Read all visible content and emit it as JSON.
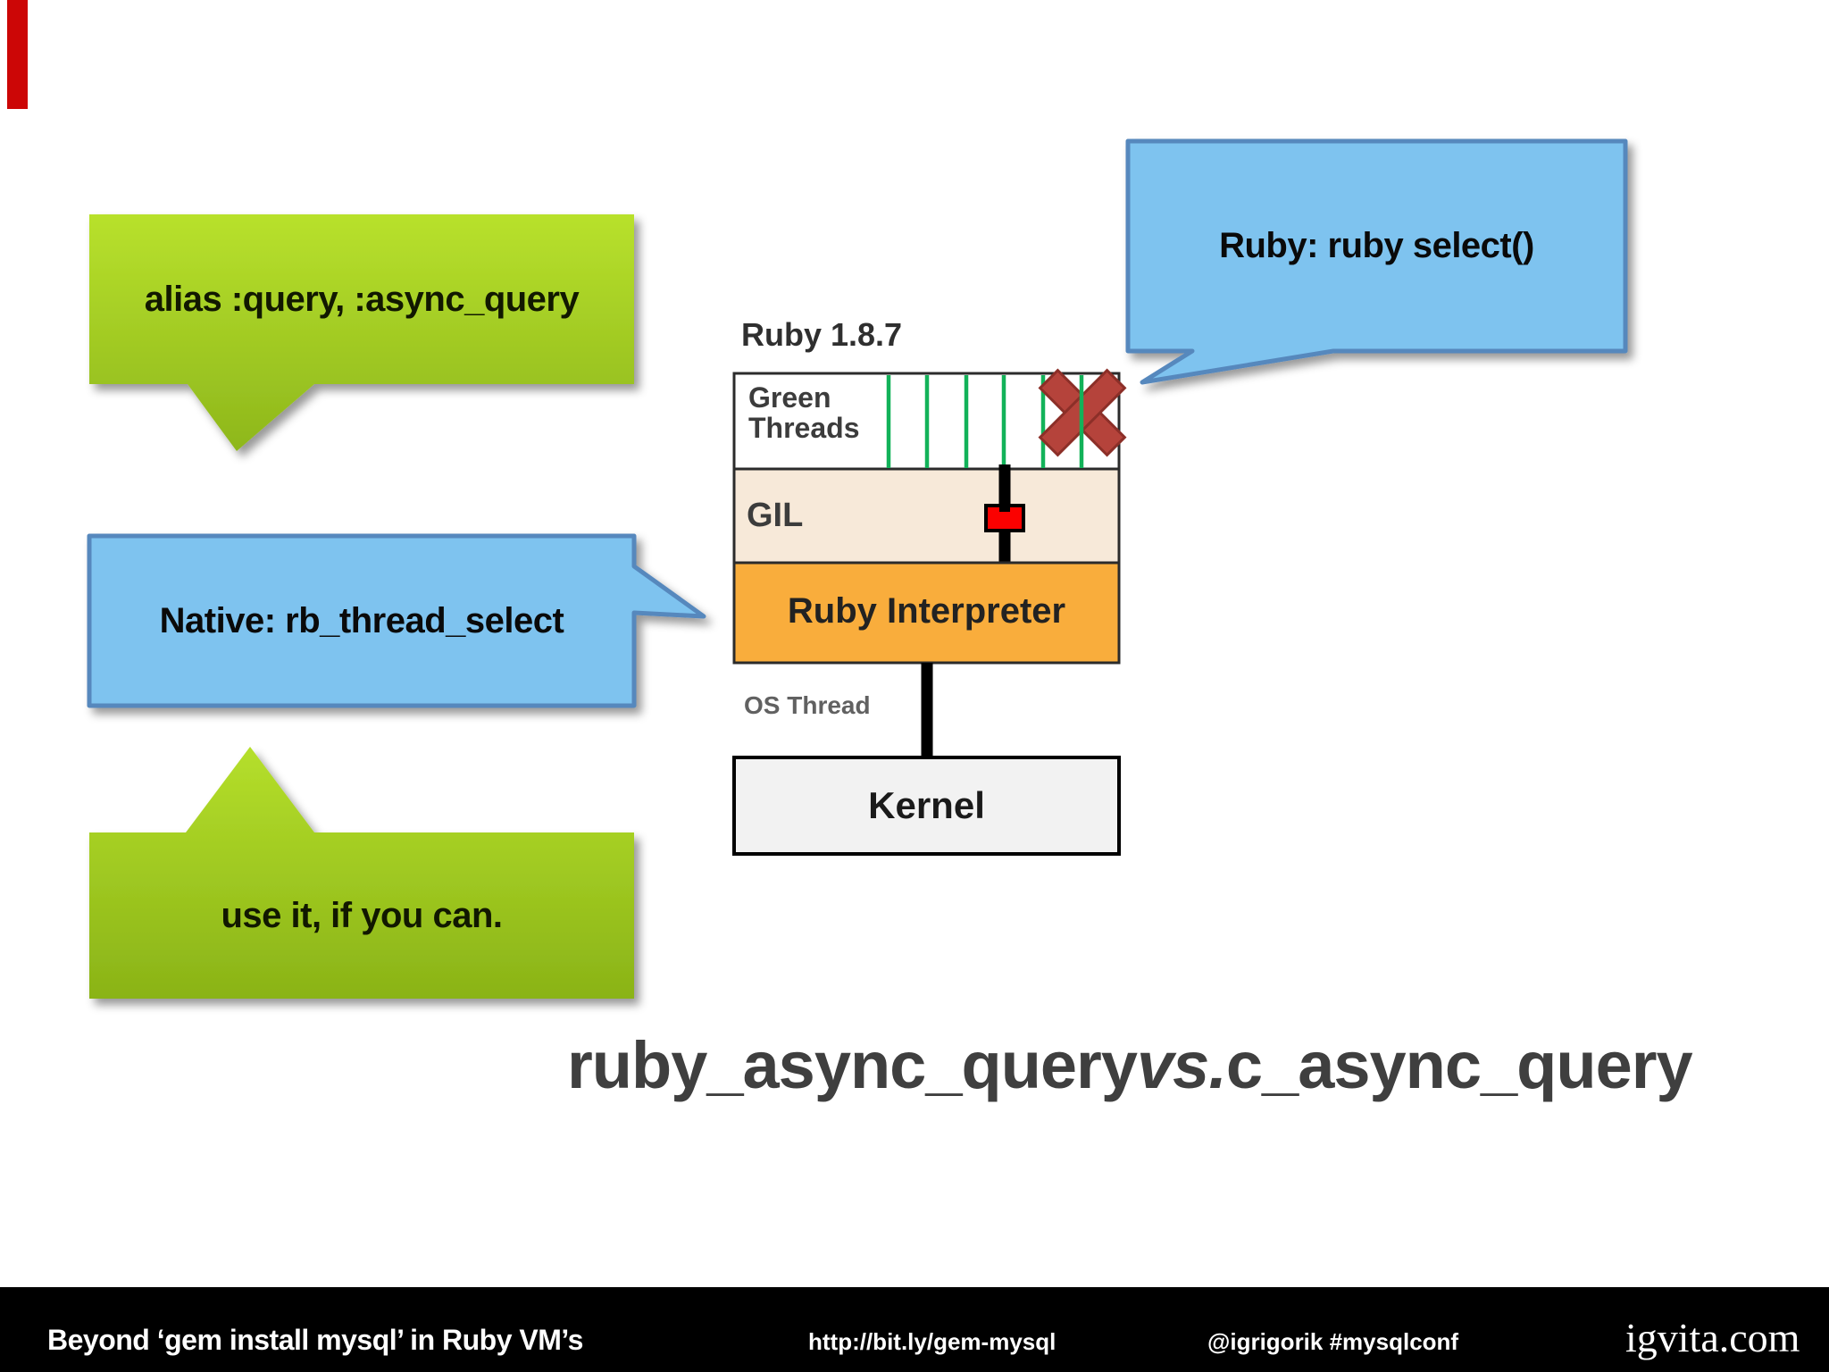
{
  "slide": {
    "bg": "#ffffff",
    "red_marker_color": "#cc0606"
  },
  "callouts": {
    "alias_query": {
      "text": "alias :query, :async_query",
      "gradient_top": "#b8e12c",
      "gradient_bottom": "#8eb71c",
      "text_color": "#111800"
    },
    "native_select": {
      "text": "Native: rb_thread_select",
      "fill": "#7ec3ef",
      "border": "#5688bd",
      "text_color": "#0a0a0a"
    },
    "use_it": {
      "text": "use it, if you can.",
      "gradient_top": "#b5df2b",
      "gradient_bottom": "#8ab317",
      "text_color": "#111800"
    },
    "ruby_select": {
      "text": "Ruby: ruby select()",
      "fill": "#7ec3ef",
      "border": "#5688bd",
      "text_color": "#0a0a0a"
    }
  },
  "diagram": {
    "version_label": "Ruby 1.8.7",
    "rows": {
      "green_threads": {
        "label_line1": "Green",
        "label_line2": "Threads",
        "fill": "#ffffff",
        "thread_color": "#12b259"
      },
      "gil": {
        "label": "GIL",
        "fill": "#f7e9d9"
      },
      "interpreter": {
        "label": "Ruby Interpreter",
        "fill": "#f9ad3c"
      },
      "kernel": {
        "label": "Kernel",
        "fill": "#f2f2f2"
      }
    },
    "os_thread_label": "OS Thread",
    "border_color": "#2b2b2b",
    "label_color": "#3c3c3c",
    "x_mark_color": "#b5433b",
    "x_mark_edge": "#8c2f28",
    "lock_color": "#fb0100",
    "connector_color": "#000000"
  },
  "title": {
    "part1": "ruby_async_query",
    "part2": "vs.",
    "part3": "c_async_query",
    "color": "#3f3f3f"
  },
  "footer": {
    "bg": "#000000",
    "talk_title": "Beyond ‘gem install mysql’ in Ruby VM’s",
    "url": "http://bit.ly/gem-mysql",
    "handle": "@igrigorik #mysqlconf",
    "brand": "igvita.com",
    "text_color": "#ffffff"
  }
}
